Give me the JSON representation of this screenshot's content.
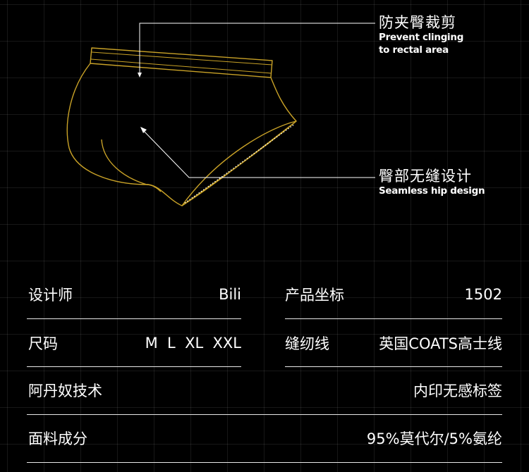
{
  "callouts": {
    "top": {
      "zh": "防夹臀裁剪",
      "en_line1": "Prevent clinging",
      "en_line2": "to rectal area"
    },
    "mid": {
      "zh": "臀部无缝设计",
      "en": "Seamless hip design"
    }
  },
  "specs": {
    "designer": {
      "label": "设计师",
      "value": "Bili"
    },
    "product_code": {
      "label": "产品坐标",
      "value": "1502"
    },
    "size": {
      "label": "尺码",
      "value": "M  L  XL  XXL"
    },
    "thread": {
      "label": "缝纫线",
      "value": "英国COATS高士线"
    },
    "tech": {
      "label": "阿丹奴技术",
      "value": "内印无感标签"
    },
    "fabric": {
      "label": "面料成分",
      "value": "95%莫代尔/5%氨纶"
    }
  },
  "colors": {
    "outline": "#c9a227",
    "background": "#000000",
    "text": "#ffffff"
  }
}
